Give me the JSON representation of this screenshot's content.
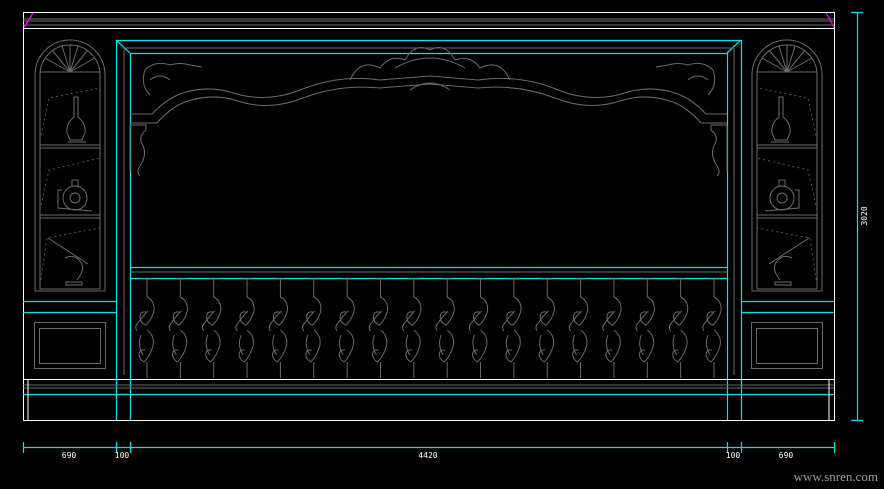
{
  "drawing": {
    "colors": {
      "frame": "#ffffff",
      "dimension": "#00e5ee",
      "detail": "#6a6a6a",
      "corner": "#ff00ff"
    },
    "dimensions": {
      "horizontal": [
        "690",
        "100",
        "4420",
        "100",
        "690"
      ],
      "vertical": "3020"
    },
    "baluster_count": 18,
    "niche_items_left": [
      "vase-icon",
      "clock-icon",
      "horse-rider-icon"
    ],
    "niche_items_right": [
      "horse-rider-icon",
      "vase-icon",
      "clock-icon"
    ]
  },
  "watermark": "www.snren.com"
}
